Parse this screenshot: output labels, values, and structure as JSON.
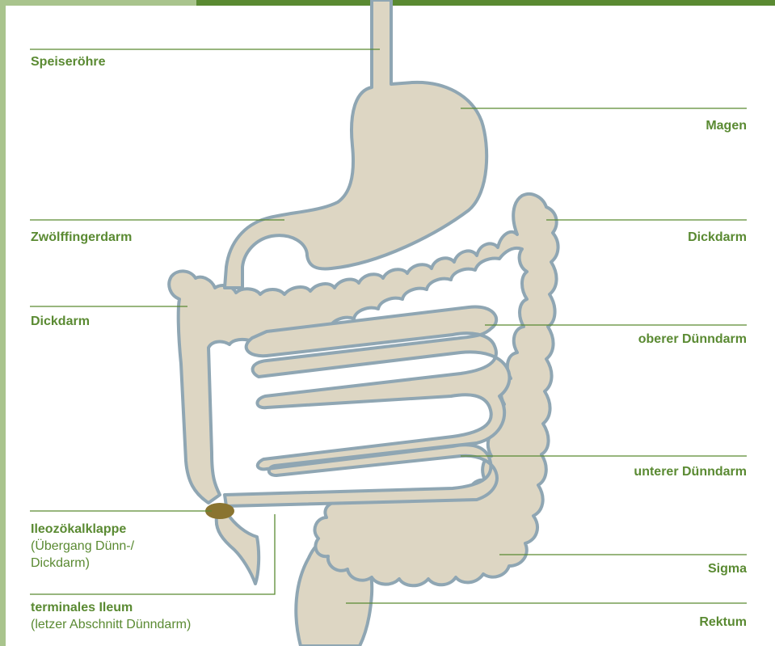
{
  "colors": {
    "accent": "#5a8a32",
    "leftbar": "#a9c48d",
    "organ_fill": "#ddd6c3",
    "organ_stroke": "#8fa6b3",
    "valve": "#8a7430",
    "line": "#5a8a32"
  },
  "labels": {
    "speiseroehre": "Speiseröhre",
    "magen": "Magen",
    "zwoelffingerdarm": "Zwölffingerdarm",
    "dickdarm_right": "Dickdarm",
    "dickdarm_left": "Dickdarm",
    "oberer_duenndarm": "oberer Dünndarm",
    "unterer_duenndarm": "unterer Dünndarm",
    "ileo_title": "Ileozökalklappe",
    "ileo_sub_1": "(Übergang Dünn-/",
    "ileo_sub_2": "Dickdarm)",
    "sigma": "Sigma",
    "ileum_title": "terminales Ileum",
    "ileum_sub": "(letzer Abschnitt Dünndarm)",
    "rektum": "Rektum"
  }
}
